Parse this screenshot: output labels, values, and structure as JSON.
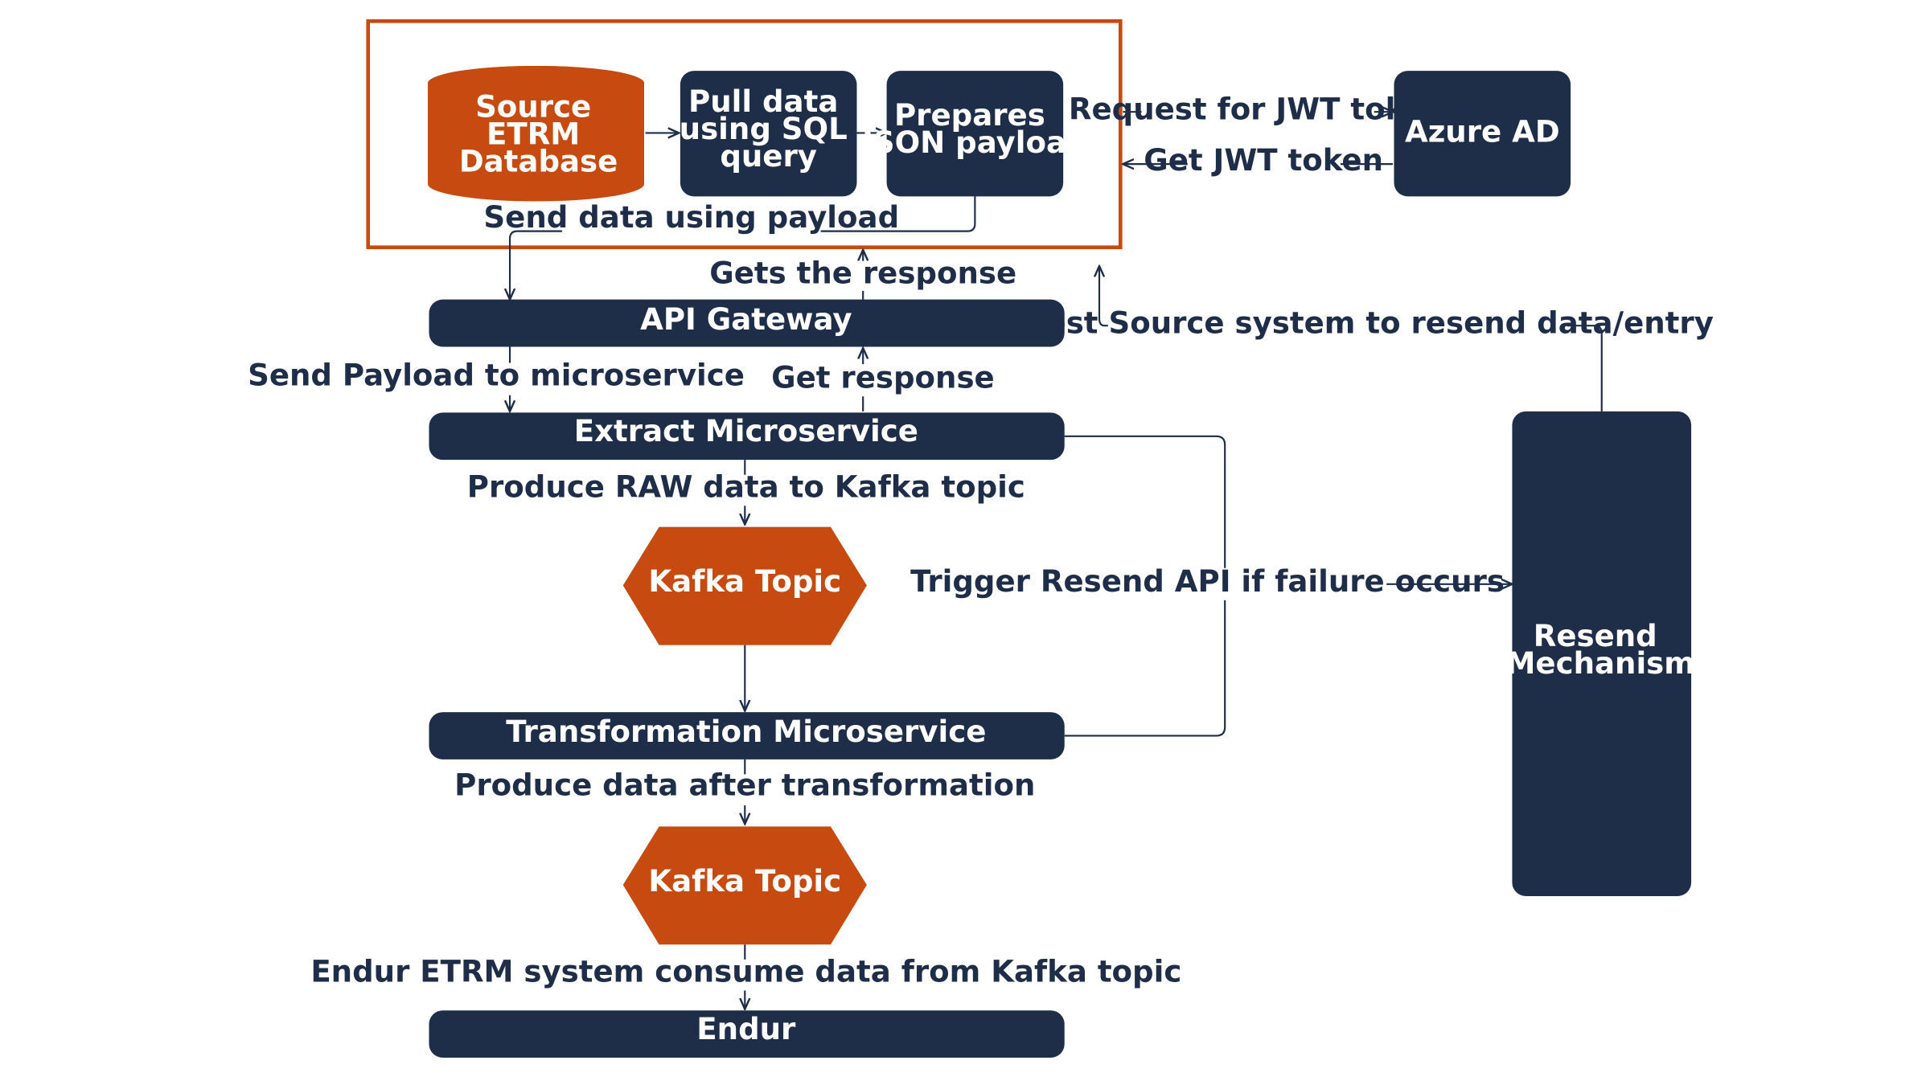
{
  "colors": {
    "navy": "#1e2d48",
    "orange": "#c74b10",
    "text": "#1e2d48",
    "white": "#ffffff"
  },
  "nodes": {
    "source_db": {
      "lines": [
        "Source",
        "ETRM",
        "Database"
      ],
      "shape": "cylinder"
    },
    "pull_data": {
      "lines": [
        "Pull data",
        "using SQL",
        "query"
      ]
    },
    "prepares": {
      "lines": [
        "Prepares",
        "JSON payload"
      ]
    },
    "azure_ad": {
      "lines": [
        "Azure AD"
      ]
    },
    "api_gateway": {
      "lines": [
        "API Gateway"
      ]
    },
    "extract_ms": {
      "lines": [
        "Extract Microservice"
      ]
    },
    "kafka_1": {
      "lines": [
        "Kafka Topic"
      ],
      "shape": "hexagon"
    },
    "transform_ms": {
      "lines": [
        "Transformation Microservice"
      ]
    },
    "kafka_2": {
      "lines": [
        "Kafka Topic"
      ],
      "shape": "hexagon"
    },
    "endur": {
      "lines": [
        "Endur"
      ]
    },
    "resend": {
      "lines": [
        "Resend",
        "Mechanism"
      ]
    }
  },
  "edge_labels": {
    "request_jwt": "Request for JWT token",
    "get_jwt": "Get JWT token",
    "send_payload_data": "Send data using payload",
    "gets_response": "Gets the response",
    "request_resend": "Request Source system to resend data/entry",
    "send_to_ms": "Send Payload to microservice",
    "get_response": "Get response",
    "produce_raw": "Produce RAW data to Kafka topic",
    "trigger_resend": "Trigger Resend API if failure occurs",
    "produce_after": "Produce data after transformation",
    "endur_consume": "Endur ETRM system consume data from Kafka topic"
  }
}
